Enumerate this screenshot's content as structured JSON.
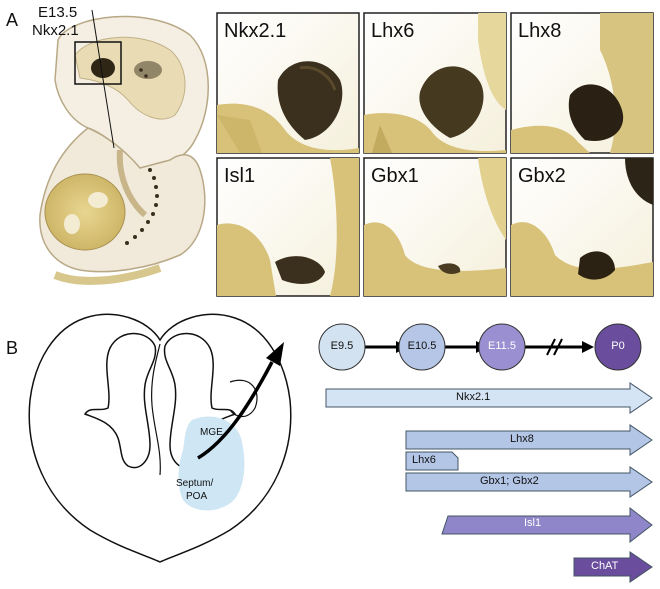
{
  "panel_a": {
    "letter": "A",
    "stage_label": "E13.5",
    "gene_label": "Nkx2.1",
    "tiles": [
      {
        "label": "Nkx2.1"
      },
      {
        "label": "Lhx6"
      },
      {
        "label": "Lhx8"
      },
      {
        "label": "Isl1"
      },
      {
        "label": "Gbx1"
      },
      {
        "label": "Gbx2"
      }
    ]
  },
  "panel_b": {
    "letter": "B",
    "brain_labels": {
      "mge": "MGE",
      "septum_line1": "Septum/",
      "septum_line2": "POA"
    },
    "timeline": [
      {
        "label": "E9.5",
        "color": "#d2e2f0"
      },
      {
        "label": "E10.5",
        "color": "#b6c6e6"
      },
      {
        "label": "E11.5",
        "color": "#9a8fd0"
      },
      {
        "label": "P0",
        "color": "#6a4d9c"
      }
    ],
    "arrows": [
      {
        "label": "Nkx2.1",
        "color": "#d4e4f4"
      },
      {
        "label": "Lhx8",
        "color": "#b4c6e6"
      },
      {
        "label": "Lhx6",
        "color": "#b4c6e6"
      },
      {
        "label": "Gbx1; Gbx2",
        "color": "#b4c6e6"
      },
      {
        "label": "Isl1",
        "color": "#8e86c8"
      },
      {
        "label": "ChAT",
        "color": "#6a4d9c"
      }
    ]
  },
  "colors": {
    "tissue_yellow": "#d9c47a",
    "stain_dark": "#3a2e1c",
    "mge_fill": "#cfe6f5"
  }
}
